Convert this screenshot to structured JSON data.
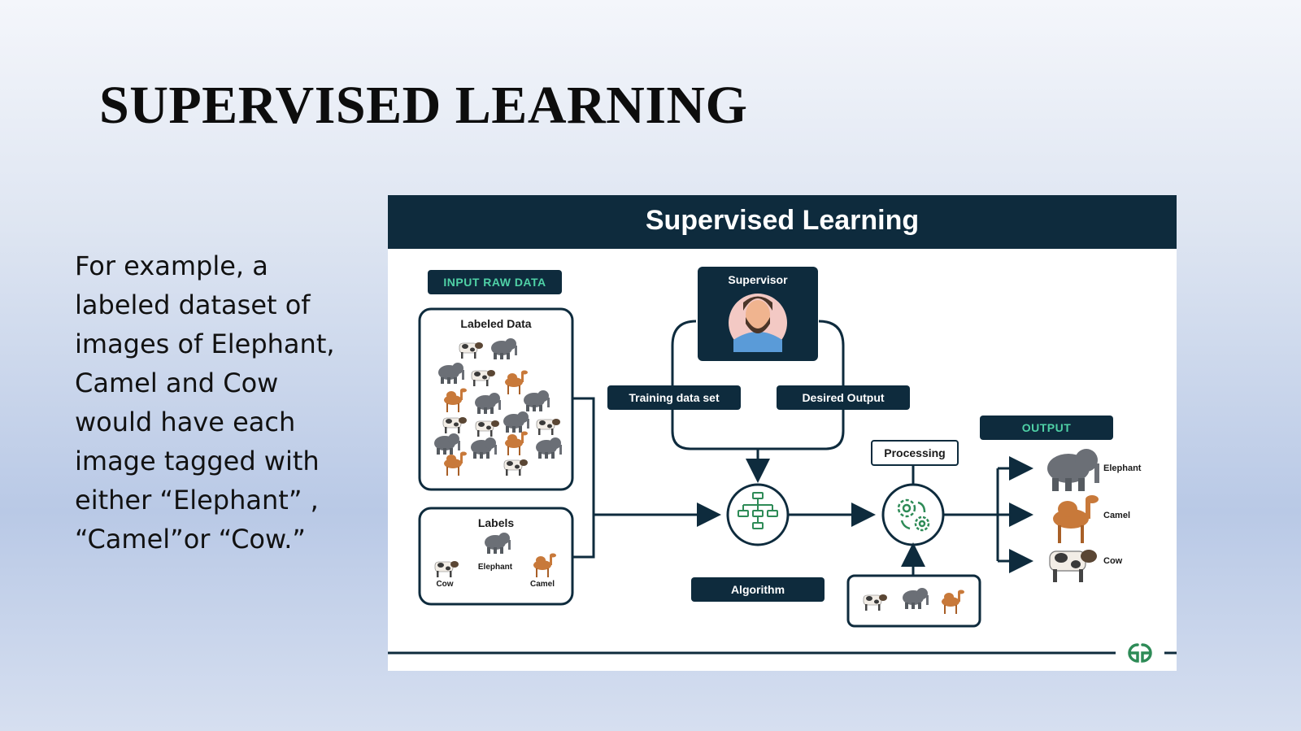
{
  "slide": {
    "title": "SUPERVISED LEARNING",
    "body": "For example, a labeled dataset of images of Elephant, Camel and Cow would have each image tagged with either “Elephant” , “Camel”or “Cow.”"
  },
  "figure": {
    "title": "Supervised Learning",
    "input_tag": "INPUT RAW DATA",
    "labeled_data_title": "Labeled Data",
    "labels_title": "Labels",
    "label_items": [
      "Cow",
      "Elephant",
      "Camel"
    ],
    "supervisor": "Supervisor",
    "training_data": "Training data set",
    "desired_output": "Desired Output",
    "algorithm": "Algorithm",
    "processing": "Processing",
    "output_tag": "OUTPUT",
    "outputs": [
      "Elephant",
      "Camel",
      "Cow"
    ],
    "colors": {
      "navy": "#0e2b3d",
      "teal": "#4fd1a6",
      "green": "#2e8b57",
      "elephant": "#6b6f76",
      "camel": "#c8793a",
      "cow": "#f2ede6"
    }
  }
}
